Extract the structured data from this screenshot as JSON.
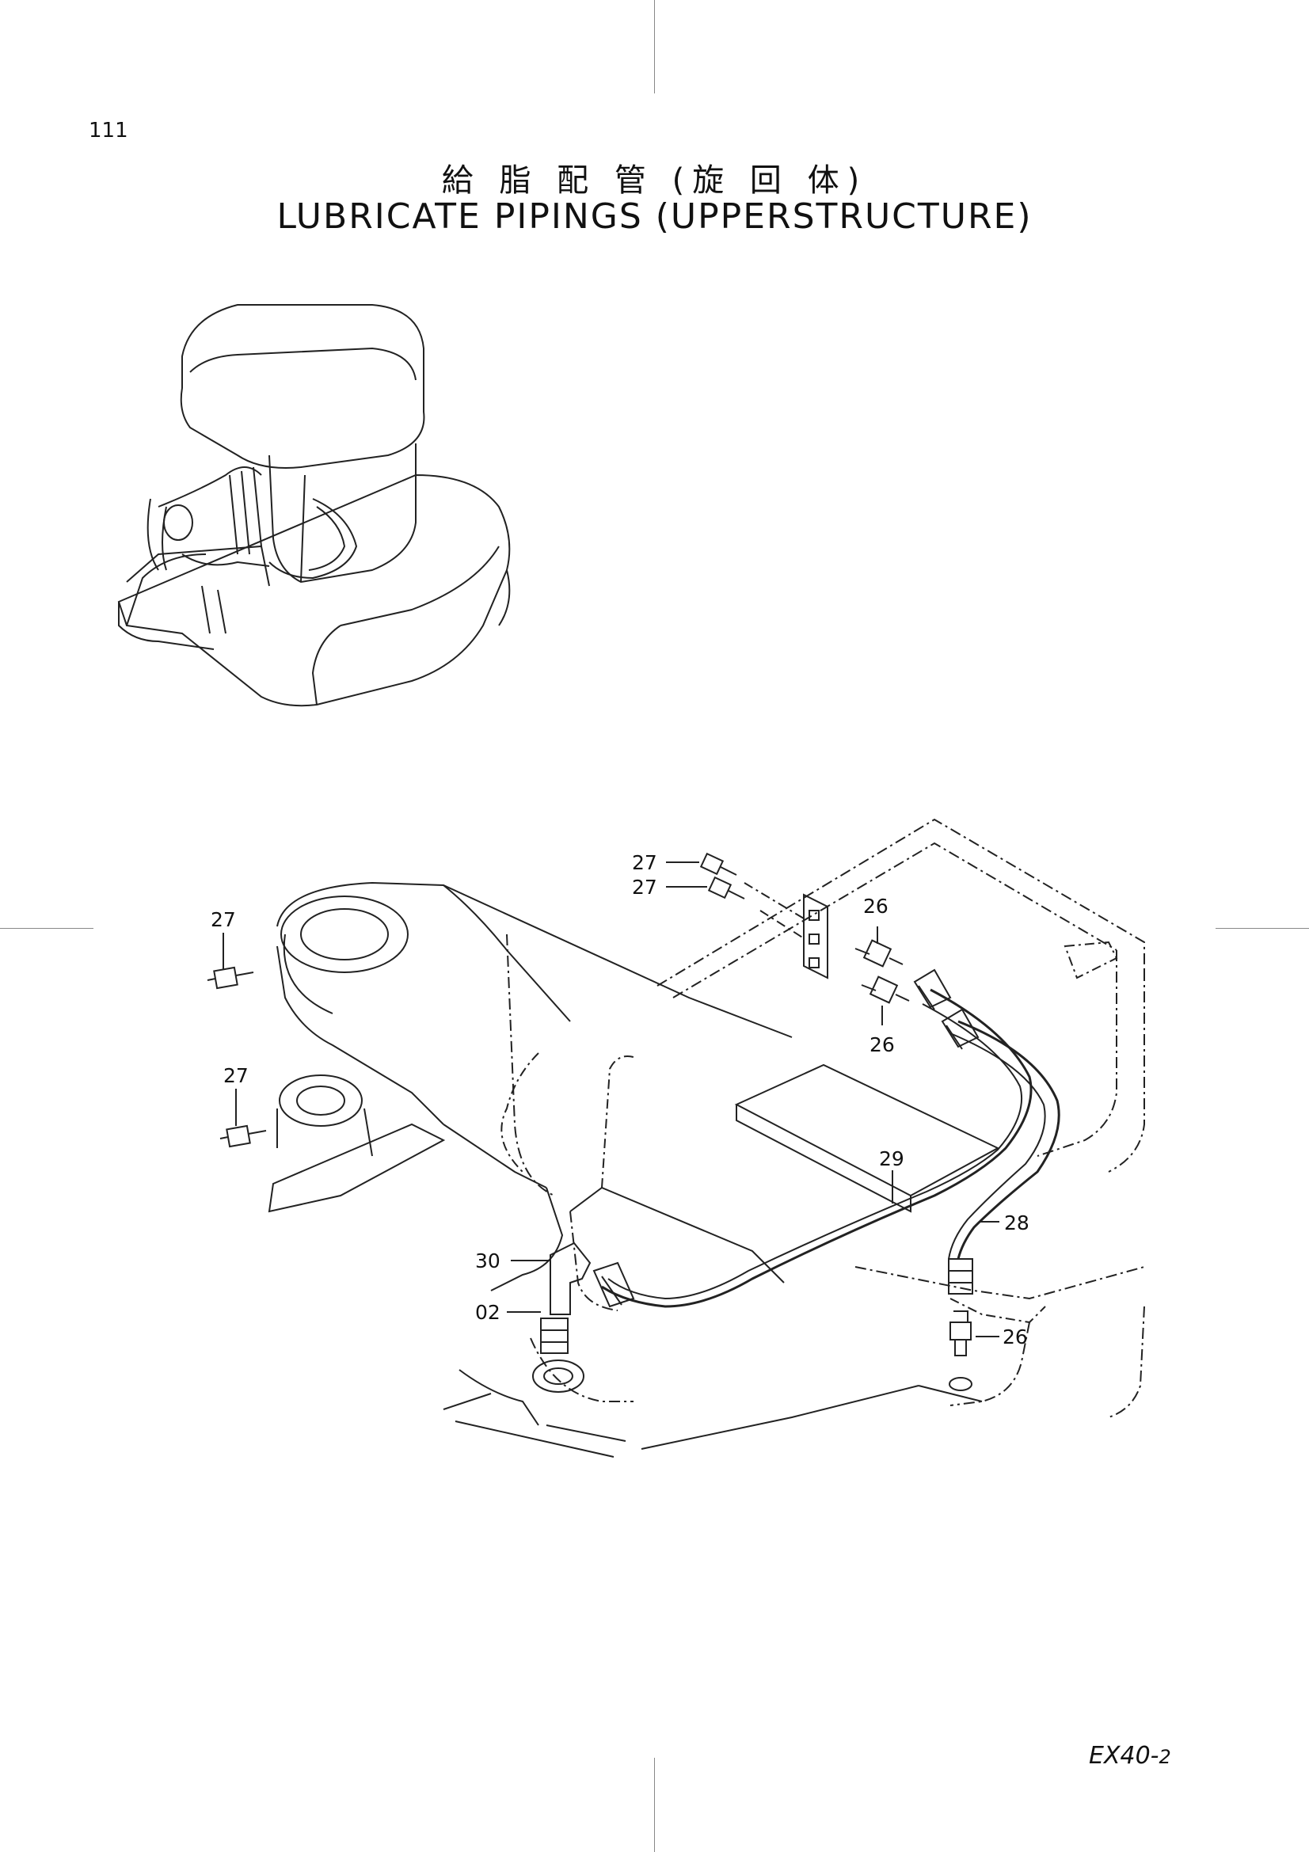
{
  "page": {
    "number": "111"
  },
  "title": {
    "japanese": "給 脂 配 管 (旋 回 体)",
    "english": "LUBRICATE PIPINGS (UPPERSTRUCTURE)"
  },
  "model": {
    "base": "EX40-",
    "suffix": "2"
  },
  "callouts": [
    "27",
    "27",
    "27",
    "27",
    "26",
    "26",
    "29",
    "28",
    "30",
    "02",
    "26"
  ]
}
